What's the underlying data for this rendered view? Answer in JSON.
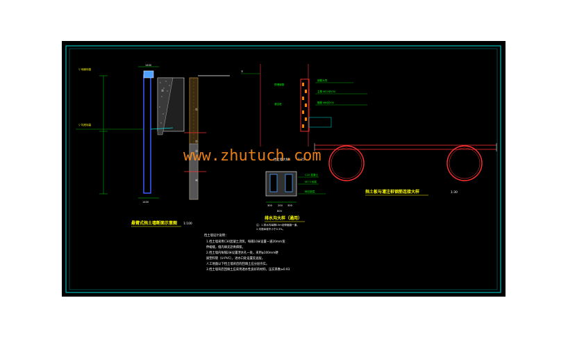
{
  "drawing": {
    "section_caption": "悬臂式挡土墙断面示意图",
    "section_scale": "1:100",
    "plan_caption": "挡土墙大样",
    "plan_scale": "1:25",
    "drain_caption": "排水沟大样（通用）",
    "connection_caption": "挡土板与灌注桩钢筋连接大样",
    "connection_scale": "1:30",
    "watermark": "www.zhutuch.com",
    "notes_title": "挡土墙设计说明：",
    "notes": [
      "1.挡土墙采用C30混凝土浇筑，每隔10米设置一道20mm宽",
      "  伸缩缝，缝内填充沥青麻絮。",
      "2.挡土墙内每隔2米设置泄水孔一处，采用φ100mm硬",
      "  质塑料管（U-PVC），进水口处设置反滤层。",
      "  人工地面以下挡土墙背后的回填土应分层夯实。",
      "3.挡土墙背后回填土应采用透水性良好的材料，压实系数≥0.93"
    ],
    "dims": {
      "top_left": "1400",
      "bottom_left": "1400",
      "plan_a": "300",
      "plan_b": "200",
      "plan_c": "300",
      "plan_total": "800"
    },
    "markers": [
      "①",
      "②",
      "③",
      "④",
      "⑤",
      "⑥",
      "⑦"
    ]
  }
}
